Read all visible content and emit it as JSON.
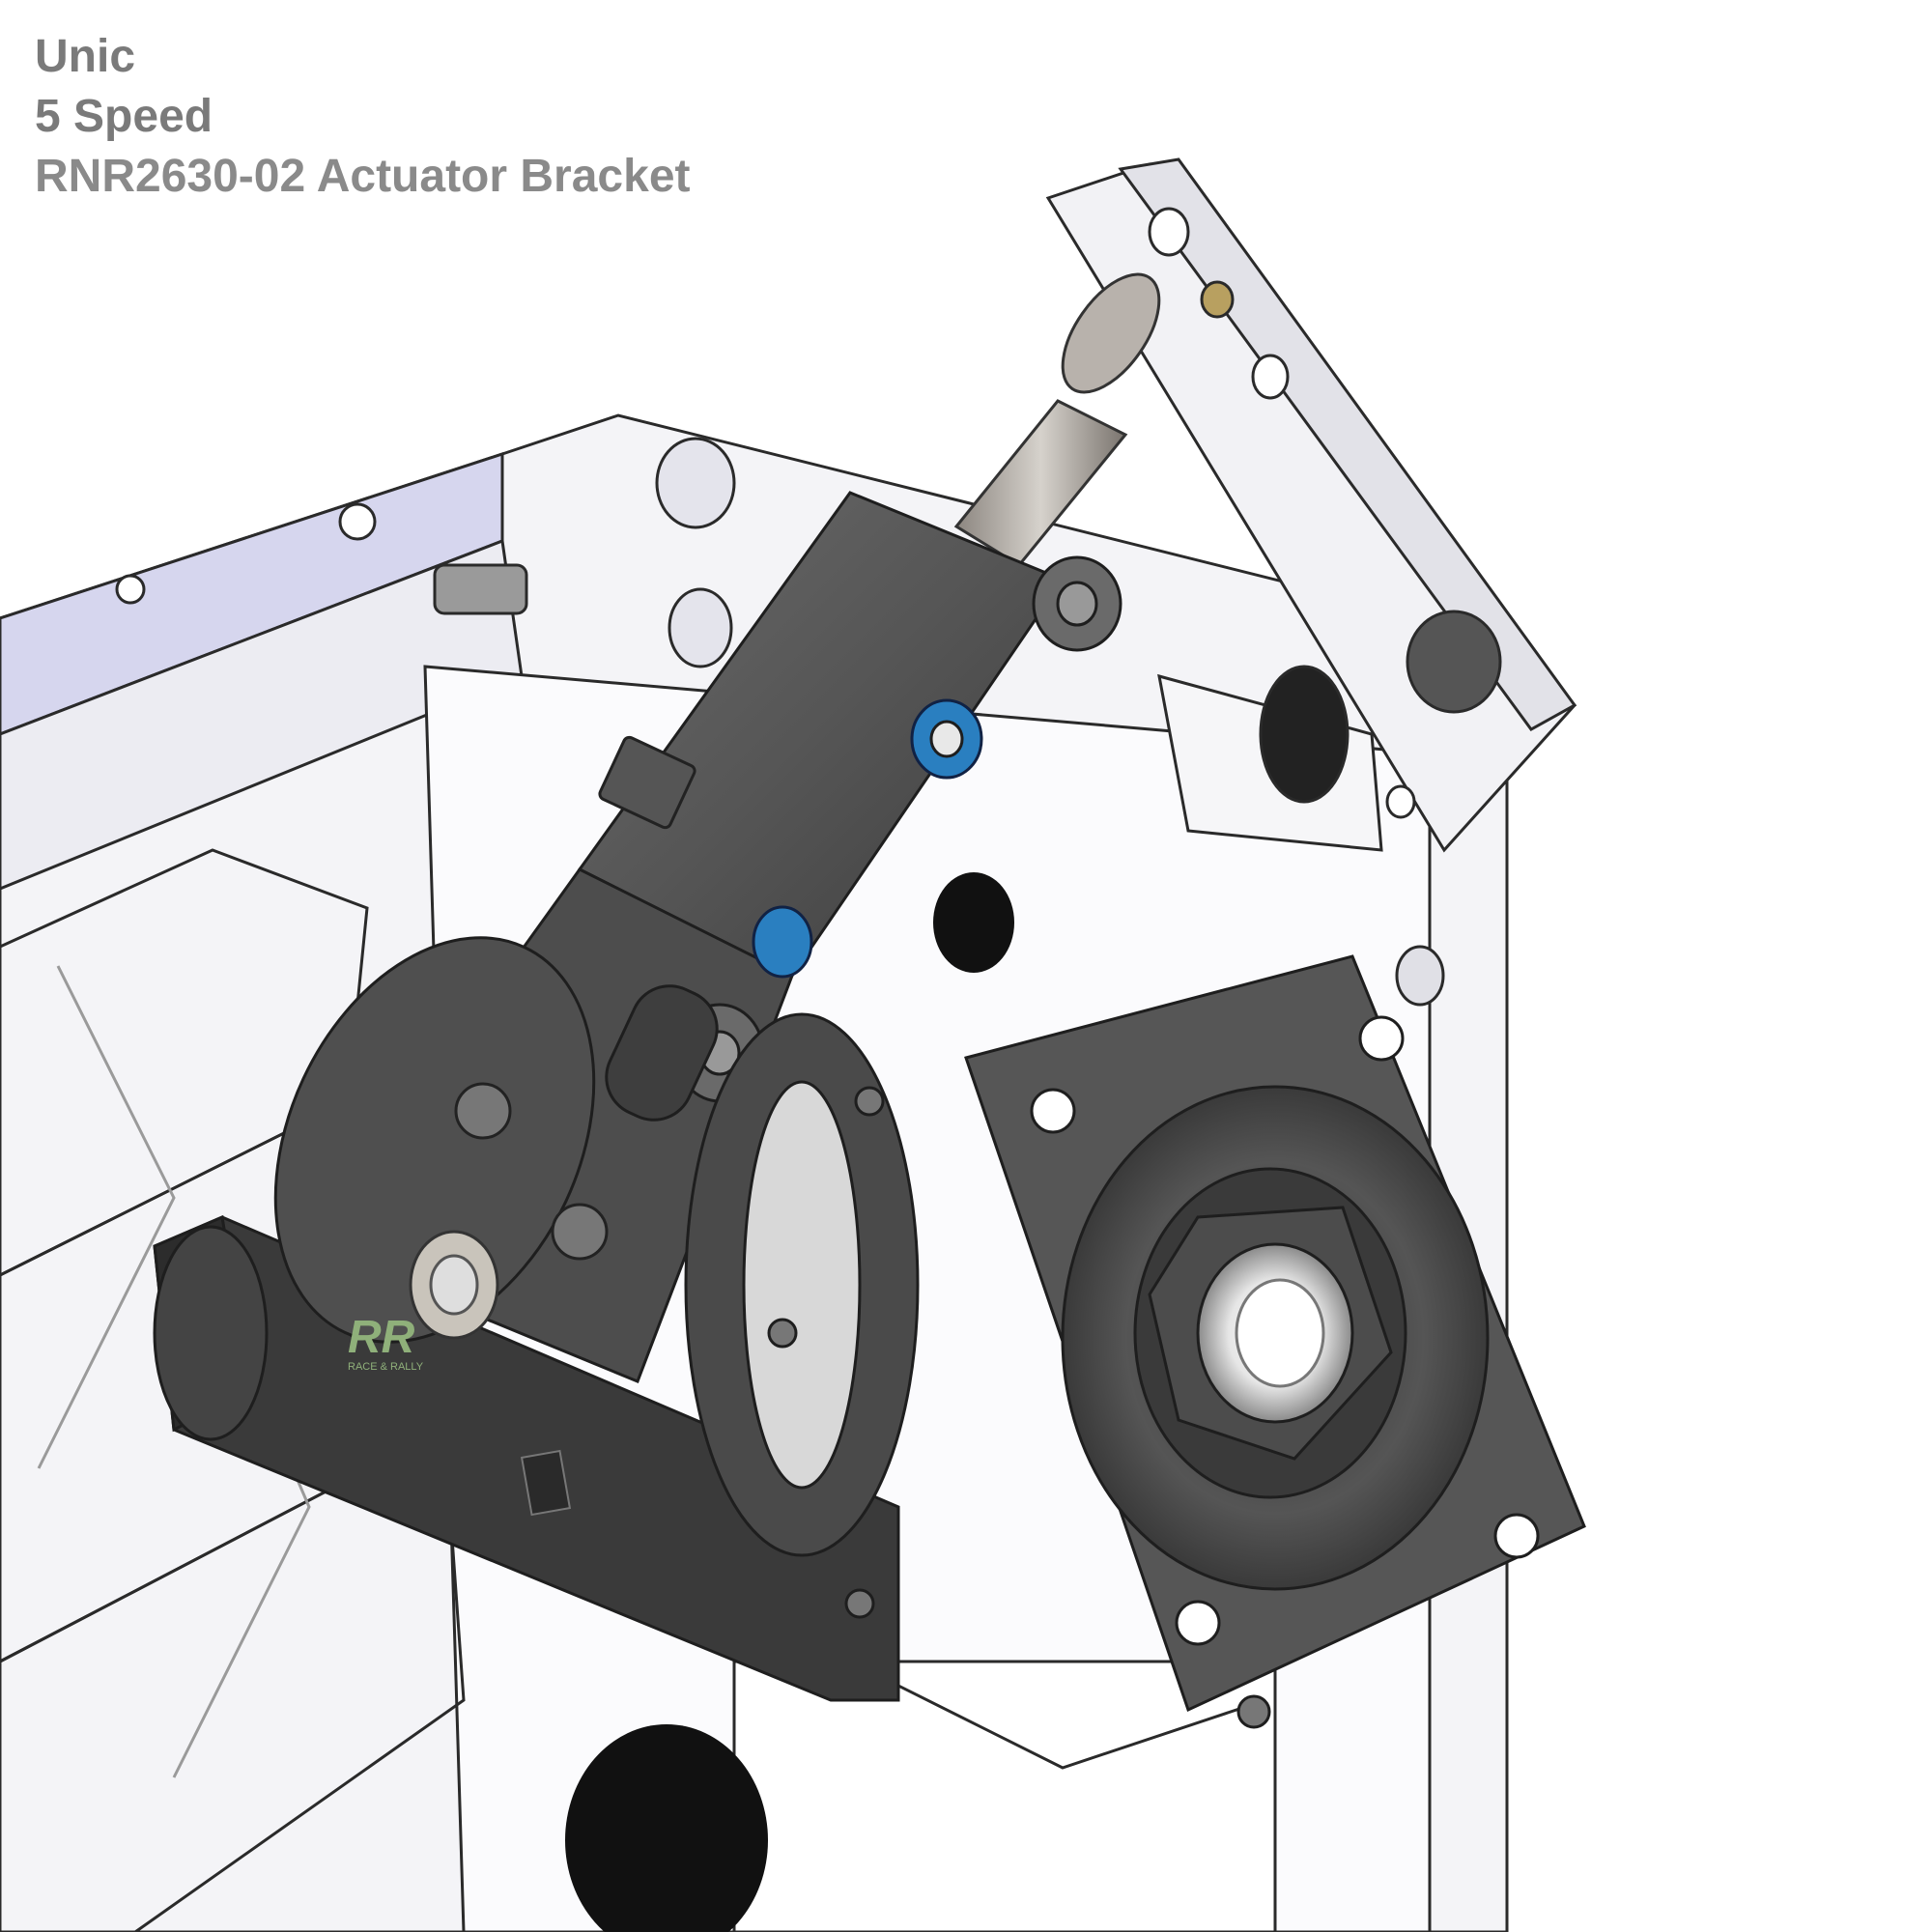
{
  "header": {
    "brand": "Unic",
    "model": "5 Speed",
    "part": "RNR2630-02 Actuator Bracket"
  },
  "logo": {
    "text": "RACE & RALLY"
  },
  "colors": {
    "metal_dark": "#4a4a4a",
    "metal_mid": "#5f5f5f",
    "casing_light": "#f3f3f6",
    "casing_shade": "#dcdce6",
    "lavender": "#d4d4ee",
    "accent_blue": "#2a7fc0",
    "logo_green": "#8fb07a"
  }
}
